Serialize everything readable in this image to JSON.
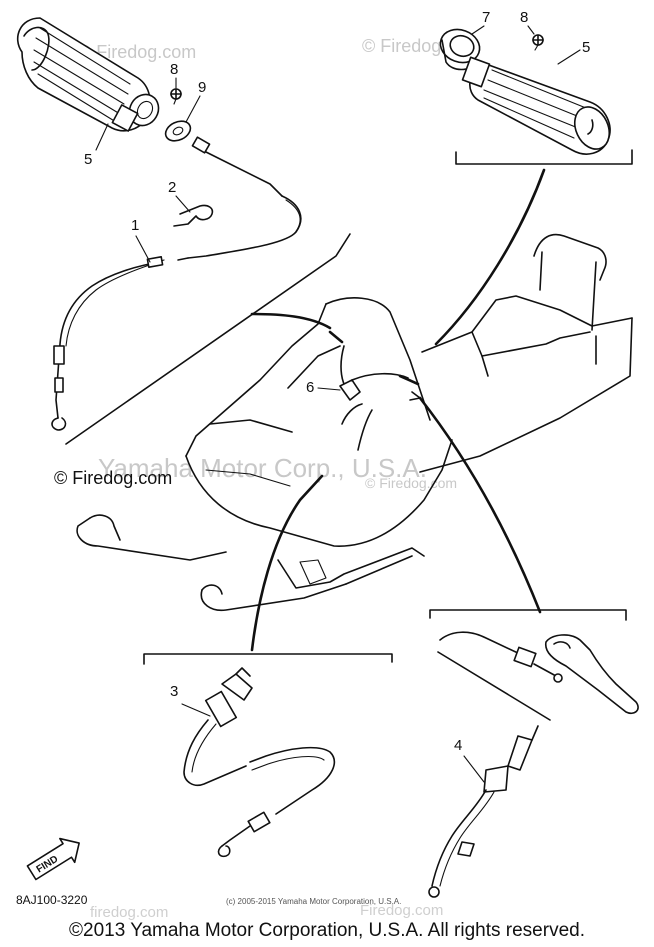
{
  "callouts": {
    "c1": "1",
    "c2": "2",
    "c3": "3",
    "c4": "4",
    "c5_left": "5",
    "c5_right": "5",
    "c6": "6",
    "c7": "7",
    "c8_left": "8",
    "c8_right": "8",
    "c9": "9"
  },
  "watermarks": {
    "top_left": "© Firedog.com",
    "top_right": "© Firedog.com",
    "center": "Yamaha Motor Corp., U.S.A.",
    "center_small": "© Firedog.com",
    "bottom_left": "firedog.com",
    "bottom_right": "Firedog.com"
  },
  "copyright_left": "© Firedog.com",
  "part_code": "8AJ100-3220",
  "small_notice": "(c) 2005-2015 Yamaha Motor Corporation, U.S.A.",
  "copyright_bottom": "©2013 Yamaha Motor Corporation, U.S.A. All rights reserved.",
  "find_badge": "FIND",
  "colors": {
    "ink": "#111111",
    "watermark": "#c8c8c8",
    "background": "#ffffff"
  }
}
